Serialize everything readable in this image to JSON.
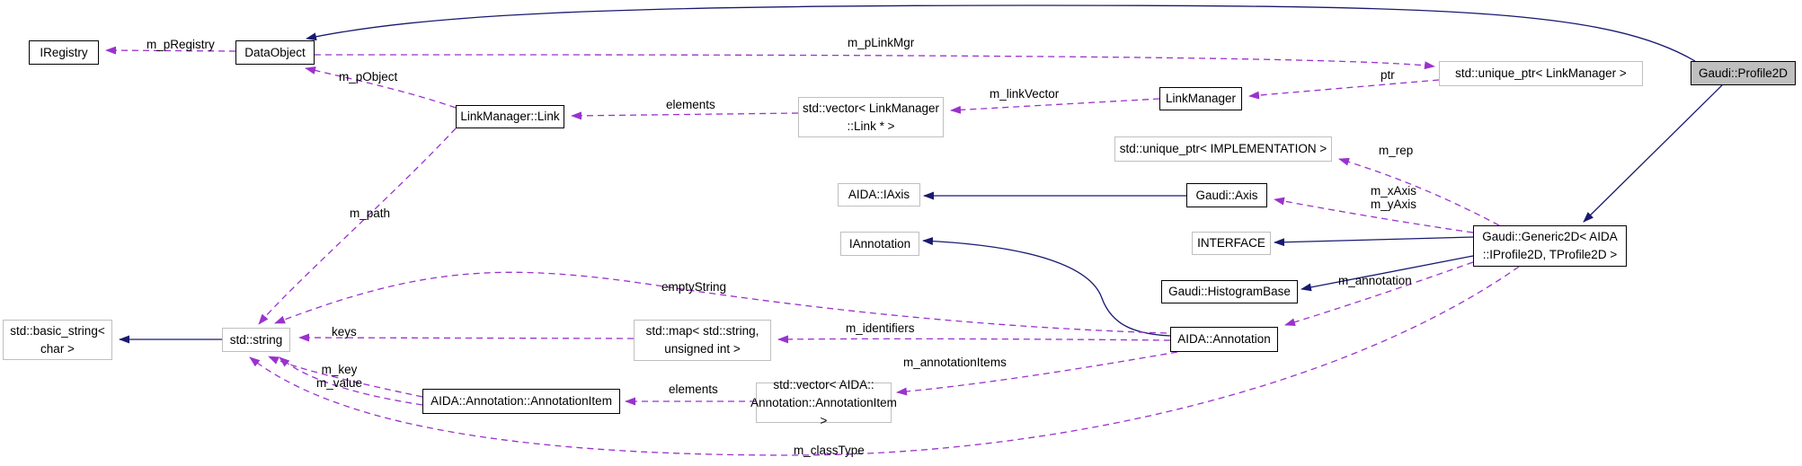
{
  "diagram": {
    "type": "doxygen-collaboration-graph",
    "current_class": "Gaudi::Profile2D",
    "nodes": {
      "iregistry": {
        "label": "IRegistry",
        "style": "documented"
      },
      "dataobject": {
        "label": "DataObject",
        "style": "documented"
      },
      "link": {
        "label": "LinkManager::Link",
        "style": "documented"
      },
      "vector_link": {
        "label": "std::vector< LinkManager\n::Link * >",
        "style": "external"
      },
      "linkmanager": {
        "label": "LinkManager",
        "style": "documented"
      },
      "uptr_lm": {
        "label": "std::unique_ptr< LinkManager >",
        "style": "external"
      },
      "profile2d": {
        "label": "Gaudi::Profile2D",
        "style": "current"
      },
      "uptr_impl": {
        "label": "std::unique_ptr< IMPLEMENTATION >",
        "style": "external"
      },
      "iaxis": {
        "label": "AIDA::IAxis",
        "style": "external"
      },
      "axis": {
        "label": "Gaudi::Axis",
        "style": "documented"
      },
      "iannotation": {
        "label": "IAnnotation",
        "style": "external"
      },
      "interface": {
        "label": "INTERFACE",
        "style": "external"
      },
      "histogrambase": {
        "label": "Gaudi::HistogramBase",
        "style": "documented"
      },
      "generic2d": {
        "label": "Gaudi::Generic2D< AIDA\n::IProfile2D, TProfile2D >",
        "style": "documented"
      },
      "annotation": {
        "label": "AIDA::Annotation",
        "style": "documented"
      },
      "basic_string": {
        "label": "std::basic_string<\nchar >",
        "style": "external"
      },
      "string": {
        "label": "std::string",
        "style": "external"
      },
      "map": {
        "label": "std::map< std::string,\nunsigned int >",
        "style": "external"
      },
      "annotationitem": {
        "label": "AIDA::Annotation::AnnotationItem",
        "style": "documented"
      },
      "vector_item": {
        "label": "std::vector< AIDA::\nAnnotation::AnnotationItem >",
        "style": "external"
      }
    },
    "edges": {
      "m_pRegistry": {
        "from": "dataobject",
        "to": "iregistry",
        "label": "m_pRegistry",
        "style": "usage-dashed"
      },
      "m_pLinkMgr": {
        "from": "dataobject",
        "to": "uptr_lm",
        "label": "m_pLinkMgr",
        "style": "usage-dashed"
      },
      "m_pObject": {
        "from": "link",
        "to": "dataobject",
        "label": "m_pObject",
        "style": "usage-dashed"
      },
      "elements_links": {
        "from": "vector_link",
        "to": "link",
        "label": "elements",
        "style": "usage-dashed"
      },
      "m_linkVector": {
        "from": "linkmanager",
        "to": "vector_link",
        "label": "m_linkVector",
        "style": "usage-dashed"
      },
      "ptr": {
        "from": "uptr_lm",
        "to": "linkmanager",
        "label": "ptr",
        "style": "usage-dashed"
      },
      "m_rep": {
        "from": "generic2d",
        "to": "uptr_impl",
        "label": "m_rep",
        "style": "usage-dashed"
      },
      "m_axes": {
        "from": "generic2d",
        "to": "axis",
        "label": "m_xAxis\nm_yAxis",
        "style": "usage-dashed"
      },
      "m_annotation": {
        "from": "generic2d",
        "to": "annotation",
        "label": "m_annotation",
        "style": "usage-dashed"
      },
      "m_identifiers": {
        "from": "annotation",
        "to": "map",
        "label": "m_identifiers",
        "style": "usage-dashed"
      },
      "keys": {
        "from": "map",
        "to": "string",
        "label": "keys",
        "style": "usage-dashed"
      },
      "emptyString": {
        "from": "annotation",
        "to": "string",
        "label": "emptyString",
        "style": "usage-dashed"
      },
      "m_classType": {
        "from": "generic2d",
        "to": "string",
        "label": "m_classType",
        "style": "usage-dashed"
      },
      "m_key_value": {
        "from": "annotationitem",
        "to": "string",
        "label": "m_key\nm_value",
        "style": "usage-dashed"
      },
      "elements_items": {
        "from": "vector_item",
        "to": "annotationitem",
        "label": "elements",
        "style": "usage-dashed"
      },
      "m_annotationItems": {
        "from": "annotation",
        "to": "vector_item",
        "label": "m_annotationItems",
        "style": "usage-dashed"
      },
      "m_path": {
        "from": "link",
        "to": "string",
        "label": "m_path",
        "style": "usage-dashed"
      },
      "inherit_string": {
        "from": "string",
        "to": "basic_string",
        "label": "",
        "style": "inheritance-solid"
      },
      "inherit_axis": {
        "from": "axis",
        "to": "iaxis",
        "label": "",
        "style": "inheritance-solid"
      },
      "inherit_annotation": {
        "from": "annotation",
        "to": "iannotation",
        "label": "",
        "style": "inheritance-solid"
      },
      "inherit_interface": {
        "from": "generic2d",
        "to": "interface",
        "label": "",
        "style": "inheritance-solid"
      },
      "inherit_histogrambase": {
        "from": "generic2d",
        "to": "histogrambase",
        "label": "",
        "style": "inheritance-solid"
      },
      "inherit_generic2d": {
        "from": "profile2d",
        "to": "generic2d",
        "label": "",
        "style": "inheritance-solid"
      },
      "inherit_dataobject": {
        "from": "profile2d",
        "to": "dataobject",
        "label": "",
        "style": "inheritance-solid"
      }
    },
    "colors": {
      "usage_edge": "#9a32cd",
      "inheritance_edge": "#191970",
      "documented_border": "#000000",
      "external_border": "#bfbfbf",
      "current_fill": "#bfbfbf",
      "node_fill": "#ffffff"
    }
  }
}
